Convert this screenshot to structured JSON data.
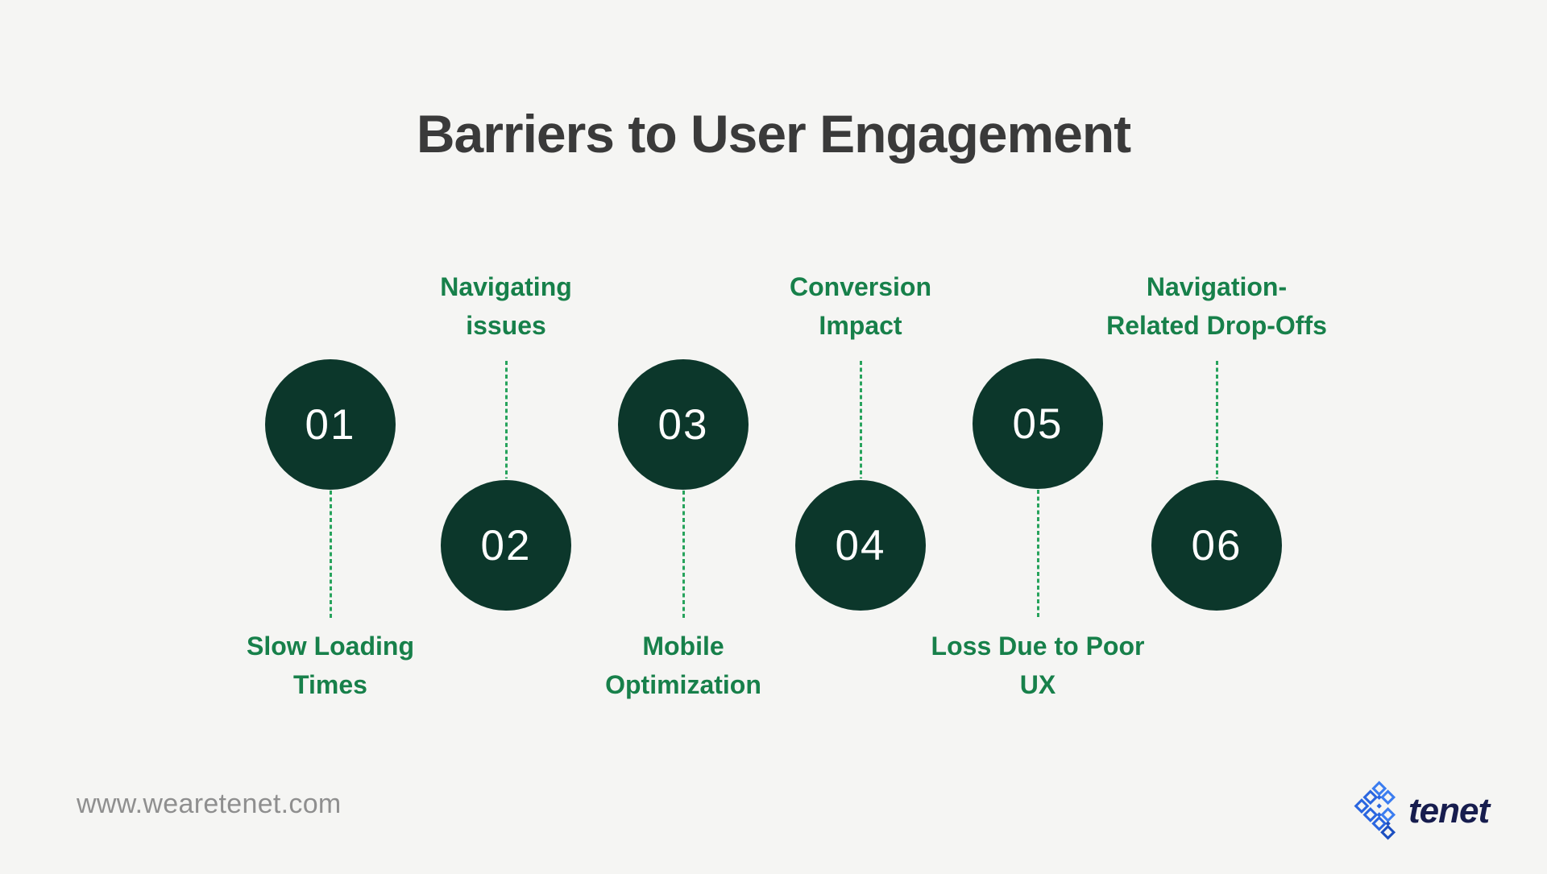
{
  "title": "Barriers to User Engagement",
  "items": [
    {
      "number": "01",
      "label": "Slow Loading\nTimes",
      "label_position": "below"
    },
    {
      "number": "02",
      "label": "Navigating\nissues",
      "label_position": "above"
    },
    {
      "number": "03",
      "label": "Mobile\nOptimization",
      "label_position": "below"
    },
    {
      "number": "04",
      "label": "Conversion\nImpact",
      "label_position": "above"
    },
    {
      "number": "05",
      "label": "Loss Due to Poor\nUX",
      "label_position": "below"
    },
    {
      "number": "06",
      "label": "Navigation-\nRelated Drop-Offs",
      "label_position": "above"
    }
  ],
  "footer": {
    "website_url": "www.wearetenet.com",
    "logo_text": "tenet"
  },
  "colors": {
    "background": "#f5f5f3",
    "title_text": "#3a3a3a",
    "circle_fill": "#0c372b",
    "circle_number": "#ffffff",
    "label_green": "#17804a",
    "dotted_line_green": "#27a35c",
    "url_gray": "#8f8f8f",
    "logo_blue": "#2a66e0",
    "logo_navy": "#171d4e"
  }
}
